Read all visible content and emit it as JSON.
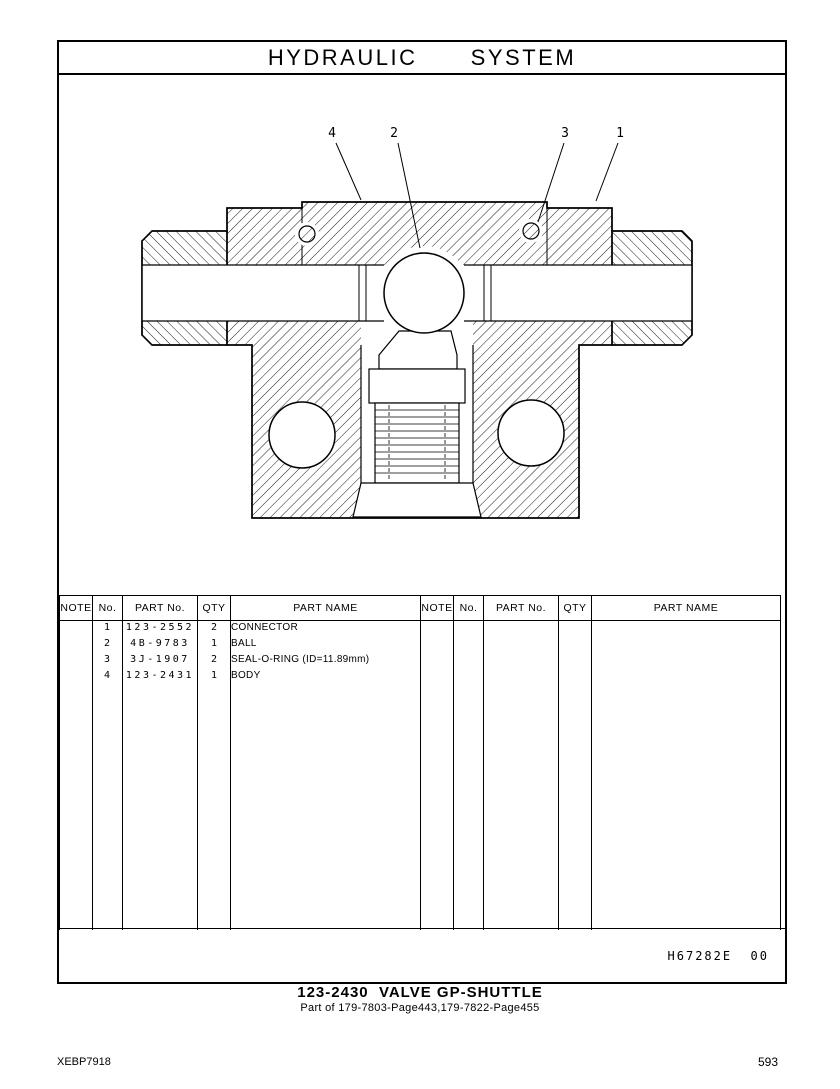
{
  "page": {
    "title": "HYDRAULIC  SYSTEM",
    "doc_code": "H67282E  00",
    "caption_title": "123-2430  VALVE GP-SHUTTLE",
    "caption_subtitle": "Part of 179-7803-Page443,179-7822-Page455",
    "form_number": "XEBP7918",
    "page_number": "593"
  },
  "colors": {
    "ink": "#000000",
    "paper": "#ffffff"
  },
  "drawing": {
    "callouts": [
      "4",
      "2",
      "3",
      "1"
    ]
  },
  "table": {
    "headers": {
      "note": "NOTE",
      "no": "No.",
      "part_no": "PART No.",
      "qty": "QTY",
      "part_name": "PART NAME"
    },
    "rows": [
      {
        "no": "1",
        "part_no": "123-2552",
        "qty": "2",
        "part_name": "CONNECTOR"
      },
      {
        "no": "2",
        "part_no": "4B-9783",
        "qty": "1",
        "part_name": "BALL"
      },
      {
        "no": "3",
        "part_no": "3J-1907",
        "qty": "2",
        "part_name": "SEAL-O-RING (ID=11.89mm)"
      },
      {
        "no": "4",
        "part_no": "123-2431",
        "qty": "1",
        "part_name": "BODY"
      }
    ]
  }
}
